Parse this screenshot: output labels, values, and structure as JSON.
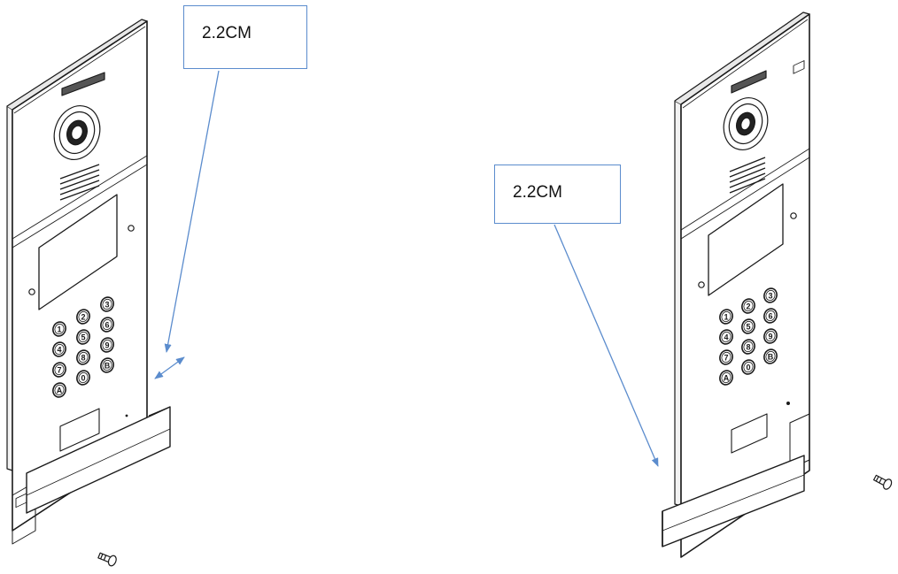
{
  "annotations": {
    "left_dimension": "2.2CM",
    "right_dimension": "2.2CM"
  },
  "keypad": {
    "keys": [
      "1",
      "2",
      "3",
      "4",
      "5",
      "6",
      "7",
      "8",
      "9",
      "A",
      "0",
      "B"
    ]
  },
  "colors": {
    "line": "#1a1a1a",
    "arrow": "#5b8ccd",
    "box_border": "#5b8ccd"
  }
}
